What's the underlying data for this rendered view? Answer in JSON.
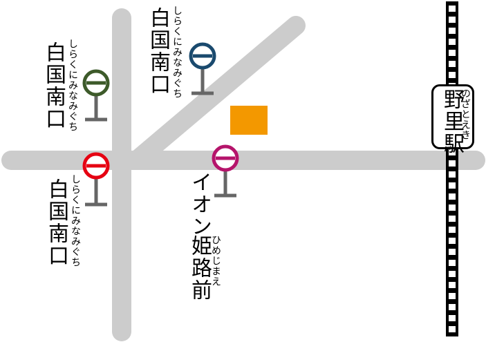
{
  "colors": {
    "road": "#cccccc",
    "railway_track": "#000000",
    "railway_ties": "#ffffff",
    "landmark": "#f39800",
    "pole": "#666666",
    "stop_north": "#1a4a6e",
    "stop_northwest": "#3d5a2a",
    "stop_southwest": "#e60012",
    "stop_aeon": "#b5146b"
  },
  "station": {
    "name": "野里駅",
    "reading": "のざとえき"
  },
  "stops": [
    {
      "id": "north",
      "name": "白国南口",
      "reading": "しらくにみなみぐち",
      "color_key": "stop_north",
      "icon": "bus-stop-icon"
    },
    {
      "id": "northwest",
      "name": "白国南口",
      "reading": "しらくにみなみぐち",
      "color_key": "stop_northwest",
      "icon": "bus-stop-icon"
    },
    {
      "id": "southwest",
      "name": "白国南口",
      "reading": "しらくにみなみぐち",
      "color_key": "stop_southwest",
      "icon": "bus-stop-icon"
    },
    {
      "id": "aeon",
      "name_line1": "イオン",
      "name_line2": "姫路前",
      "reading": "ひめじまえ",
      "color_key": "stop_aeon",
      "icon": "bus-stop-icon"
    }
  ],
  "landmark": {
    "icon": "orange-square-landmark"
  }
}
